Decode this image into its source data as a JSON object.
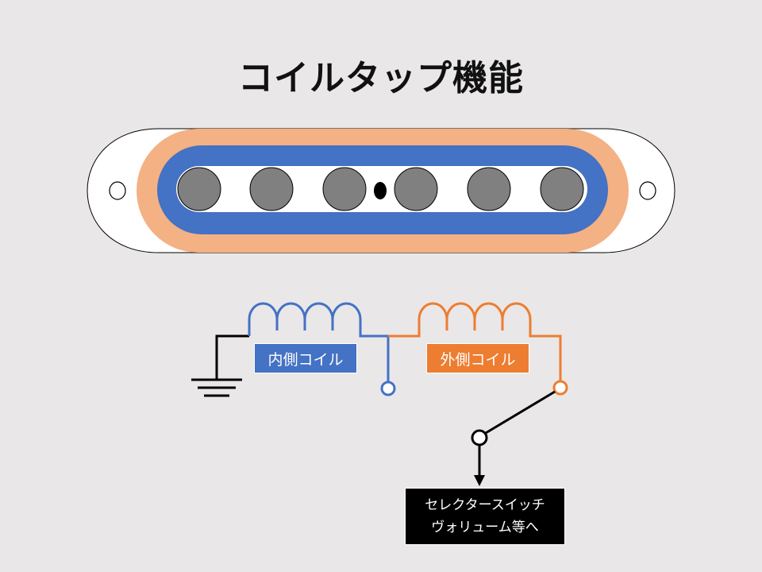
{
  "title": "コイルタップ機能",
  "pickup": {
    "pole_pieces": 6,
    "colors": {
      "body": "#ffffff",
      "outer_coil": "#f4b183",
      "inner_coil": "#4472c4",
      "pole": "#808080",
      "mark": "#000000"
    }
  },
  "circuit": {
    "inner_coil_label": "内側コイル",
    "outer_coil_label": "外側コイル",
    "inner_color": "#4472c4",
    "outer_color": "#ed7d31",
    "output_line1": "セレクタースイッチ",
    "output_line2": "ヴォリューム等へ"
  }
}
